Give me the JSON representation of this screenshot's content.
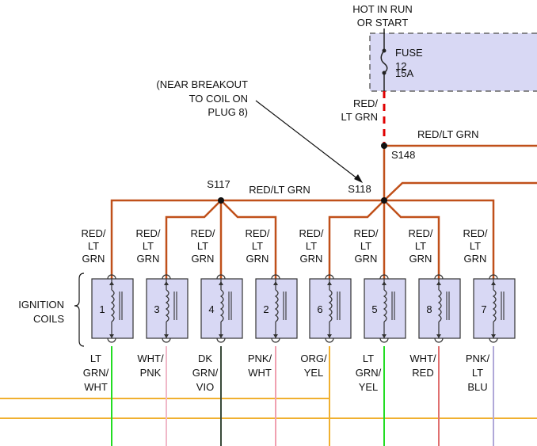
{
  "header": {
    "hot_line1": "HOT IN RUN",
    "hot_line2": "OR START"
  },
  "fuse": {
    "label": "FUSE",
    "number": "12",
    "rating": "15A"
  },
  "wire_colors": {
    "red_lt_grn": "RED/LT GRN",
    "red_slash": "RED/",
    "lt_grn": "LT GRN",
    "coil_red": "RED/",
    "coil_lt": "LT",
    "coil_grn": "GRN"
  },
  "splices": {
    "s148": "S148",
    "s117": "S117",
    "s118": "S118"
  },
  "note": {
    "line1": "(NEAR BREAKOUT",
    "line2": "TO COIL ON",
    "line3": "PLUG 8)"
  },
  "ignition_label": {
    "line1": "IGNITION",
    "line2": "COILS"
  },
  "coils": [
    {
      "number": "1",
      "wire": [
        "LT",
        "GRN/",
        "WHT"
      ],
      "wire_color": "#22dd22"
    },
    {
      "number": "3",
      "wire": [
        "WHT/",
        "PNK"
      ],
      "wire_color": "#f0b8c8"
    },
    {
      "number": "4",
      "wire": [
        "DK",
        "GRN/",
        "VIO"
      ],
      "wire_color": "#3a4a3a"
    },
    {
      "number": "2",
      "wire": [
        "PNK/",
        "WHT"
      ],
      "wire_color": "#f0a0b0"
    },
    {
      "number": "6",
      "wire": [
        "ORG/",
        "YEL"
      ],
      "wire_color": "#f0b030"
    },
    {
      "number": "5",
      "wire": [
        "LT",
        "GRN/",
        "YEL"
      ],
      "wire_color": "#22dd22"
    },
    {
      "number": "8",
      "wire": [
        "WHT/",
        "RED"
      ],
      "wire_color": "#e07070"
    },
    {
      "number": "7",
      "wire": [
        "PNK/",
        "LT",
        "BLU"
      ],
      "wire_color": "#b0a8d8"
    }
  ],
  "colors": {
    "feed_wire": "#c0501a",
    "fuse_box_fill": "#d8d8f4",
    "coil_fill": "#d8d8f4",
    "fused_dashed_wire": "#e00000"
  }
}
